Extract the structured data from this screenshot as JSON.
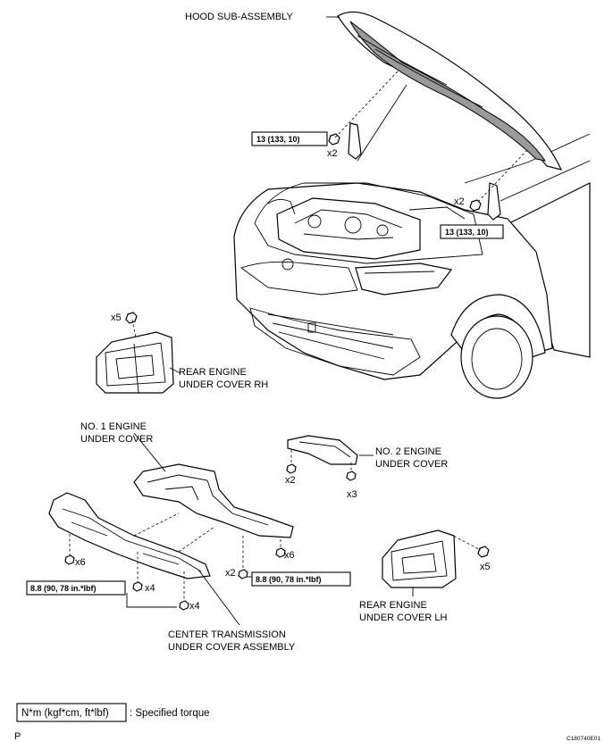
{
  "labels": {
    "hood": "HOOD SUB-ASSEMBLY",
    "rear_rh_1": "REAR ENGINE",
    "rear_rh_2": "UNDER COVER RH",
    "no1_1": "NO. 1 ENGINE",
    "no1_2": "UNDER COVER",
    "no2_1": "NO. 2 ENGINE",
    "no2_2": "UNDER COVER",
    "rear_lh_1": "REAR ENGINE",
    "rear_lh_2": "UNDER COVER LH",
    "ctr_1": "CENTER TRANSMISSION",
    "ctr_2": "UNDER COVER ASSEMBLY"
  },
  "quantities": {
    "hood_left": "x2",
    "hood_right": "x2",
    "rh_cover": "x5",
    "no2_left": "x2",
    "no2_right": "x3",
    "lh_cover": "x5",
    "no1_left": "x6",
    "no1_right": "x6",
    "ctr_a": "x4",
    "ctr_b": "x4",
    "no1_mid": "x2"
  },
  "torques": {
    "hood_left": "13 (133, 10)",
    "hood_right": "13 (133, 10)",
    "under_left": "8.8 (90, 78 in.*lbf)",
    "under_right": "8.8 (90, 78 in.*lbf)"
  },
  "legend": {
    "box_text": "N*m (kgf*cm, ft*lbf)",
    "description": ": Specified torque"
  },
  "footer": {
    "corner_letter": "P",
    "figure_code": "C180740E01"
  }
}
